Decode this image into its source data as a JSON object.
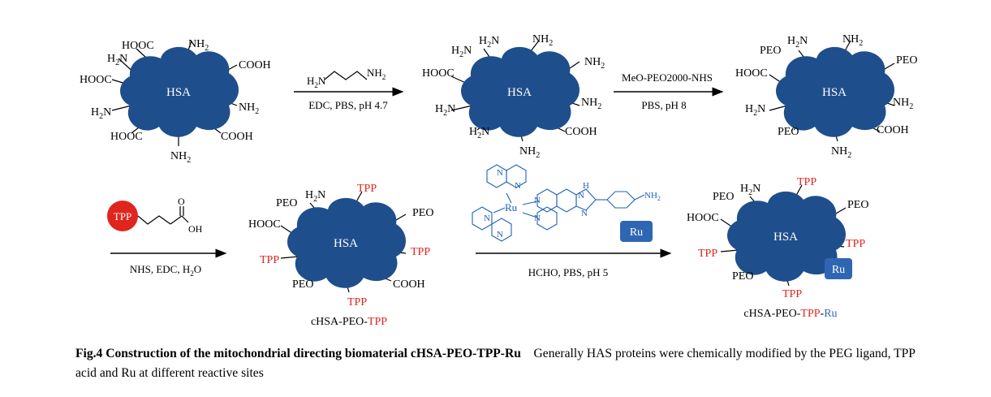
{
  "colors": {
    "protein": "#1f4e8c",
    "tpp_red": "#e0251e",
    "ru_blue": "#2f66b3",
    "complex_blue": "#1f63b8"
  },
  "protein_label": "HSA",
  "groups": {
    "cooh": "COOH",
    "hooc": "HOOC",
    "nh2": "NH",
    "nh2_sub": "2",
    "h2n_h": "H",
    "h2n_sub": "2",
    "h2n_n": "N",
    "peo": "PEO",
    "tpp": "TPP",
    "ru": "Ru",
    "h": "H",
    "n": "N",
    "o": "O",
    "oh": "OH"
  },
  "step1": {
    "reagent_left": "H",
    "reagent_sub": "2",
    "reagent_n": "N",
    "reagent_right": "NH",
    "reagent_right_sub": "2",
    "conditions": "EDC, PBS, pH 4.7"
  },
  "step2": {
    "reagent": "MeO-PEO2000-NHS",
    "conditions": "PBS, pH 8"
  },
  "step3": {
    "tpp_tag": "TPP",
    "acid_o": "O",
    "acid_oh": "OH",
    "conditions_pre": "NHS, EDC, H",
    "conditions_sub": "2",
    "conditions_post": "O"
  },
  "step4": {
    "complex_label": "Ru",
    "conditions": "HCHO, PBS, pH 5"
  },
  "product3": {
    "pre": "cHSA-PEO-",
    "tpp": "TPP"
  },
  "product4": {
    "pre": "cHSA-PEO-",
    "tpp": "TPP",
    "dash": "-",
    "ru": "Ru"
  },
  "caption": {
    "figure": "Fig.4   Construction of the mitochondrial directing biomaterial cHSA-PEO-TPP-Ru",
    "text": "Generally HAS proteins were chemically modified by the PEG ligand, TPP acid and Ru at different reactive sites"
  }
}
